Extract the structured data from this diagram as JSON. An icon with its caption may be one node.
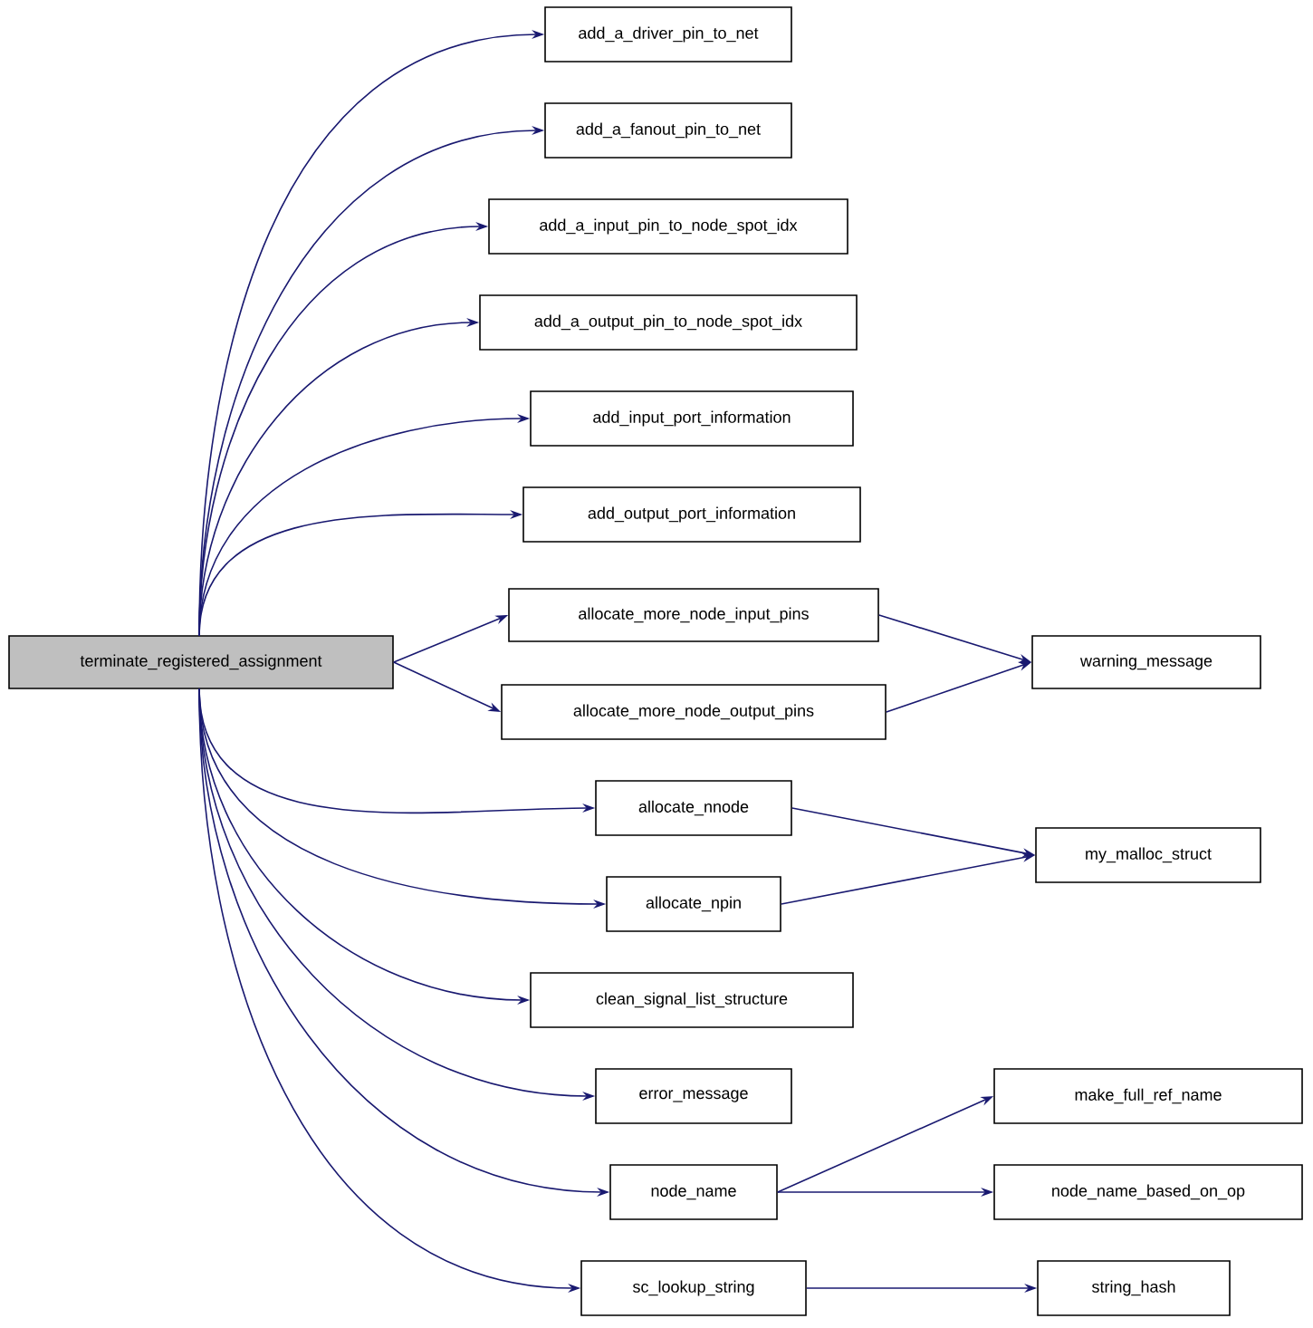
{
  "diagram": {
    "nodes": [
      {
        "text": [
          "terminate_registered_assignment"
        ]
      },
      {
        "text": [
          "add_a_driver_pin_to_net"
        ]
      },
      {
        "text": [
          "add_a_fanout_pin_to_net"
        ]
      },
      {
        "text": [
          "add_a_input_pin_to_node_spot_idx"
        ]
      },
      {
        "text": [
          "add_a_output_pin_to_node_spot_idx"
        ]
      },
      {
        "text": [
          "add_input_port_information"
        ]
      },
      {
        "text": [
          "add_output_port_information"
        ]
      },
      {
        "text": [
          "allocate_more_node_input_pins"
        ]
      },
      {
        "text": [
          "allocate_more_node_output_pins"
        ]
      },
      {
        "text": [
          "allocate_nnode"
        ]
      },
      {
        "text": [
          "allocate_npin"
        ]
      },
      {
        "text": [
          "clean_signal_list_structure"
        ]
      },
      {
        "text": [
          "error_message"
        ]
      },
      {
        "text": [
          "node_name"
        ]
      },
      {
        "text": [
          "sc_lookup_string"
        ]
      },
      {
        "text": [
          "warning_message"
        ]
      },
      {
        "text": [
          "my_malloc_struct"
        ]
      },
      {
        "text": [
          "make_full_ref_name"
        ]
      },
      {
        "text": [
          "node_name_based_on_op"
        ]
      },
      {
        "text": [
          "string_hash"
        ]
      }
    ],
    "edges": [
      {
        "from": 0,
        "to": 1,
        "arrow": "to"
      },
      {
        "from": 0,
        "to": 2,
        "arrow": "to"
      },
      {
        "from": 0,
        "to": 3,
        "arrow": "to"
      },
      {
        "from": 0,
        "to": 4,
        "arrow": "to"
      },
      {
        "from": 0,
        "to": 5,
        "arrow": "to"
      },
      {
        "from": 0,
        "to": 6,
        "arrow": "to"
      },
      {
        "from": 0,
        "to": 7,
        "arrow": "to"
      },
      {
        "from": 0,
        "to": 8,
        "arrow": "to"
      },
      {
        "from": 0,
        "to": 9,
        "arrow": "to"
      },
      {
        "from": 0,
        "to": 10,
        "arrow": "to"
      },
      {
        "from": 0,
        "to": 11,
        "arrow": "to"
      },
      {
        "from": 0,
        "to": 12,
        "arrow": "to"
      },
      {
        "from": 0,
        "to": 13,
        "arrow": "to"
      },
      {
        "from": 0,
        "to": 14,
        "arrow": "to"
      },
      {
        "from": 7,
        "to": 15,
        "arrow": "to"
      },
      {
        "from": 8,
        "to": 15,
        "arrow": "to"
      },
      {
        "from": 9,
        "to": 16,
        "arrow": "to"
      },
      {
        "from": 10,
        "to": 16,
        "arrow": "to"
      },
      {
        "from": 13,
        "to": 17,
        "arrow": "to"
      },
      {
        "from": 13,
        "to": 18,
        "arrow": "to"
      },
      {
        "from": 14,
        "to": 19,
        "arrow": "to"
      }
    ]
  }
}
